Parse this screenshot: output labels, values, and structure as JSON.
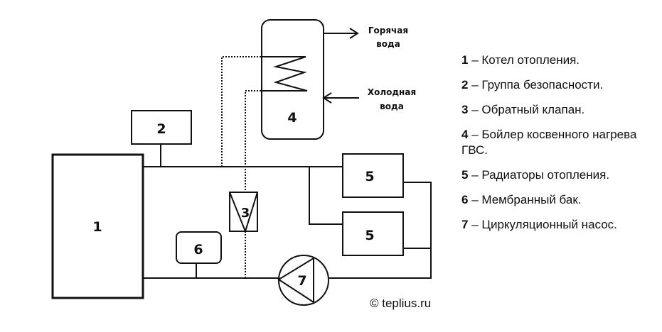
{
  "diagram": {
    "components": {
      "boiler": "1",
      "safety_group": "2",
      "check_valve": "3",
      "water_heater": "4",
      "radiator_top": "5",
      "radiator_bottom": "5",
      "expansion_tank": "6",
      "pump": "7"
    },
    "flows": {
      "hot_water_line1": "Горячая",
      "hot_water_line2": "вода",
      "cold_water_line1": "Холодная",
      "cold_water_line2": "вода"
    }
  },
  "legend": [
    {
      "num": "1",
      "text": "Котел отопления."
    },
    {
      "num": "2",
      "text": "Группа безопасности."
    },
    {
      "num": "3",
      "text": "Обратный клапан."
    },
    {
      "num": "4",
      "text": "Бойлер косвенного нагрева ГВС."
    },
    {
      "num": "5",
      "text": "Радиаторы отопления."
    },
    {
      "num": "6",
      "text": "Мембранный бак."
    },
    {
      "num": "7",
      "text": "Циркуляционный насос."
    }
  ],
  "dash": " – ",
  "copyright": "© teplius.ru"
}
